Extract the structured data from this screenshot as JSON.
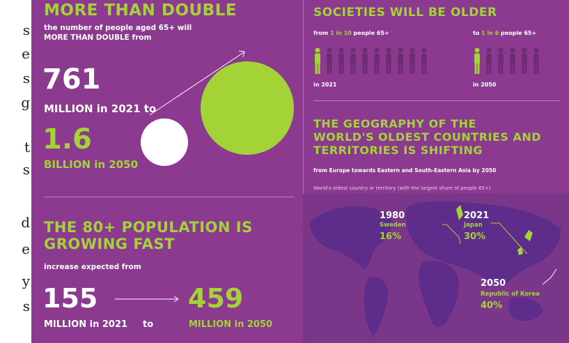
{
  "edge_letters": [
    "s",
    "e",
    "s",
    "g",
    "t",
    "s",
    "d",
    "e",
    "y",
    "s"
  ],
  "double": {
    "title": "MORE THAN DOUBLE",
    "sub_line1": "the number of people aged 65+ will",
    "sub_line2": "MORE THAN DOUBLE from",
    "num_2021": "761",
    "label_2021": "MILLION in 2021 to",
    "num_2050": "1.6",
    "label_2050": "BILLION in 2050"
  },
  "older": {
    "title": "SOCIETIES WILL BE OLDER",
    "from_prefix": "from ",
    "from_ratio": "1 in 10",
    "from_suffix": " people 65+",
    "to_prefix": "to ",
    "to_ratio": "1 in 6",
    "to_suffix": " people 65+",
    "year_left": "in 2021",
    "year_right": "in 2050"
  },
  "geography": {
    "title_line1": "THE GEOGRAPHY OF THE",
    "title_line2": "WORLD'S OLDEST COUNTRIES AND",
    "title_line3": "TERRITORIES IS SHIFTING",
    "sub": "from Europe towards Eastern and South-Eastern Asia by 2050",
    "note": "World's oldest country or territory (with the largest share of people 65+)",
    "points": [
      {
        "year": "1980",
        "country": "Sweden",
        "share": "16%"
      },
      {
        "year": "2021",
        "country": "Japan",
        "share": "30%"
      },
      {
        "year": "2050",
        "country": "Republic of Korea",
        "share": "40%"
      }
    ]
  },
  "eighty": {
    "title_line1": "THE 80+ POPULATION IS",
    "title_line2": "GROWING FAST",
    "sub": "increase expected from",
    "num_from": "155",
    "label_from": "MILLION in 2021",
    "to_word": "to",
    "num_to": "459",
    "label_to": "MILLION in 2050"
  },
  "colors": {
    "panel": "#8b3a8f",
    "accent_green": "#a4d338",
    "figure": "#6e2c73",
    "map": "#5e2d8c"
  }
}
